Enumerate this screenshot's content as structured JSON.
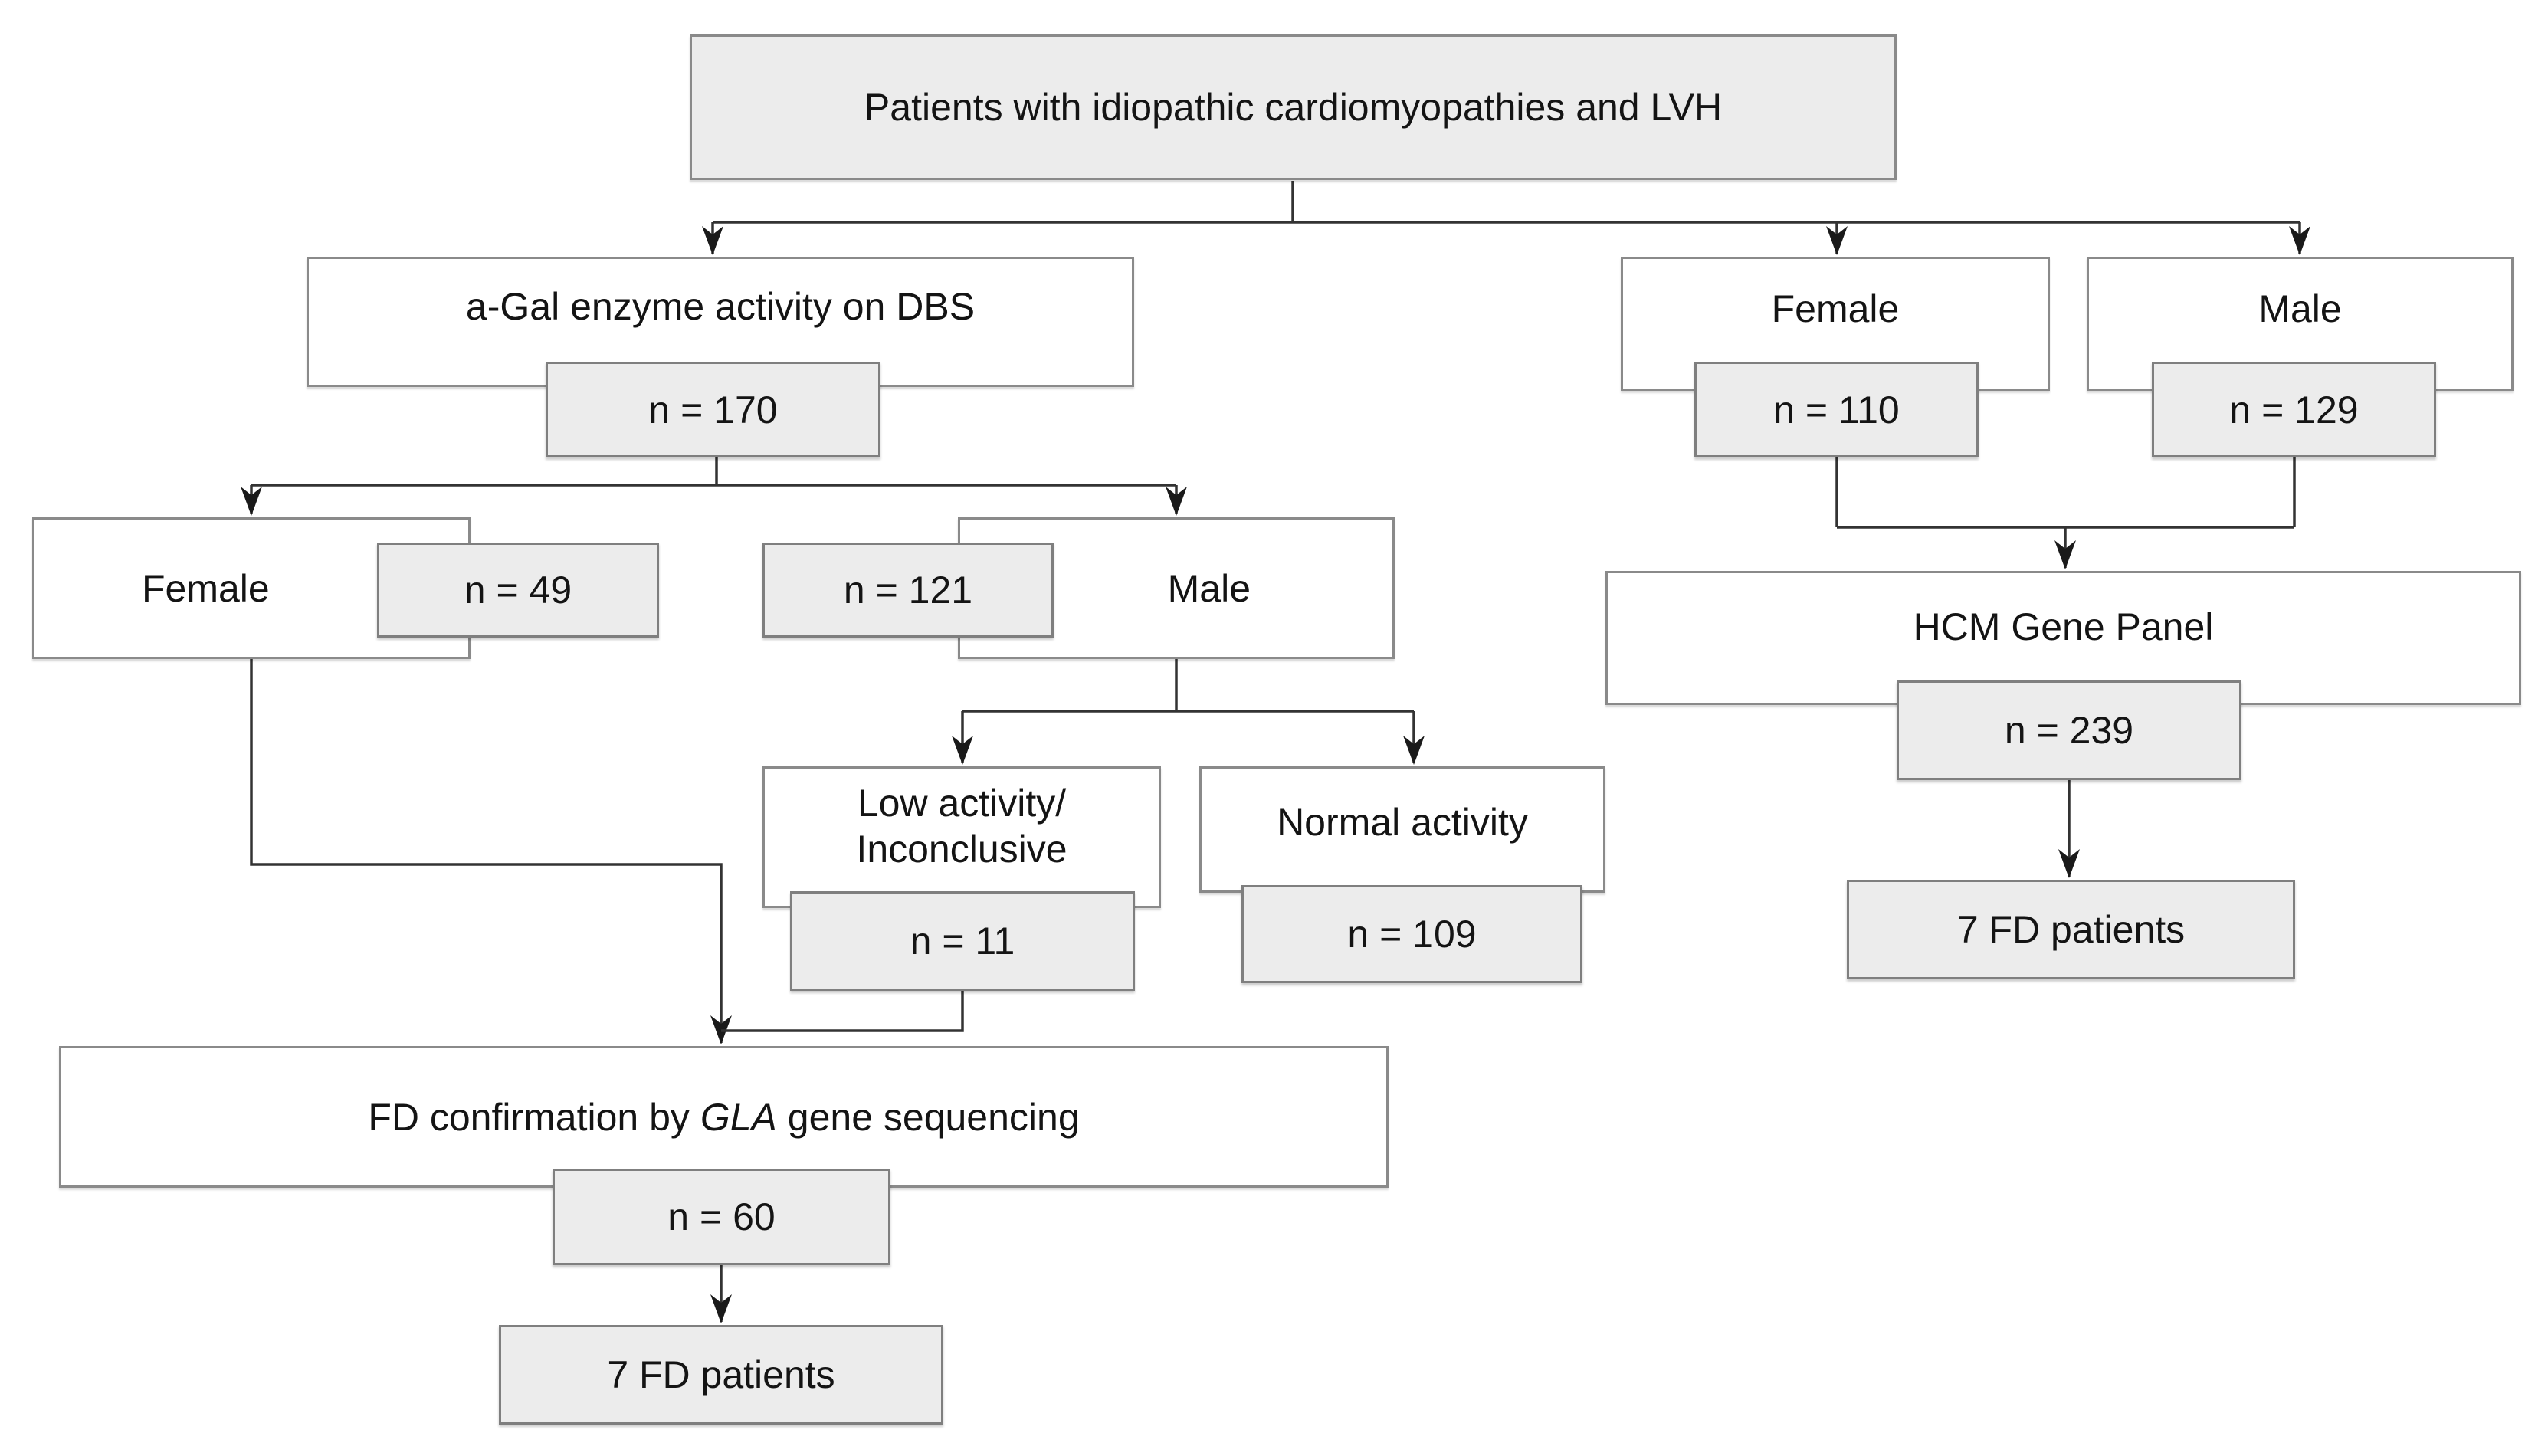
{
  "colors": {
    "background": "#ffffff",
    "box_fill_white": "#ffffff",
    "box_fill_gray": "#ececec",
    "box_border": "#8a8a8a",
    "connector_line": "#333333",
    "text": "#141414"
  },
  "flow": {
    "root": {
      "label": "Patients with idiopathic cardiomyopathies and LVH"
    },
    "agal": {
      "label": "a-Gal enzyme activity on DBS",
      "n": "n = 170"
    },
    "female_dbs": {
      "label": "Female",
      "n": "n = 49"
    },
    "male_dbs": {
      "label": "Male",
      "n": "n = 121"
    },
    "low_activity": {
      "line1": "Low activity/",
      "line2": "Inconclusive",
      "n": "n = 11"
    },
    "normal_activity": {
      "label": "Normal activity",
      "n": "n = 109"
    },
    "fd_seq": {
      "prefix": "FD confirmation by ",
      "gene": "GLA",
      "suffix": " gene sequencing",
      "n": "n = 60"
    },
    "fd_patients_left": {
      "label": "7 FD patients"
    },
    "female_panel": {
      "label": "Female",
      "n": "n = 110"
    },
    "male_panel": {
      "label": "Male",
      "n": "n = 129"
    },
    "hcm": {
      "label": "HCM Gene Panel",
      "n": "n = 239"
    },
    "fd_patients_right": {
      "label": "7 FD patients"
    }
  }
}
